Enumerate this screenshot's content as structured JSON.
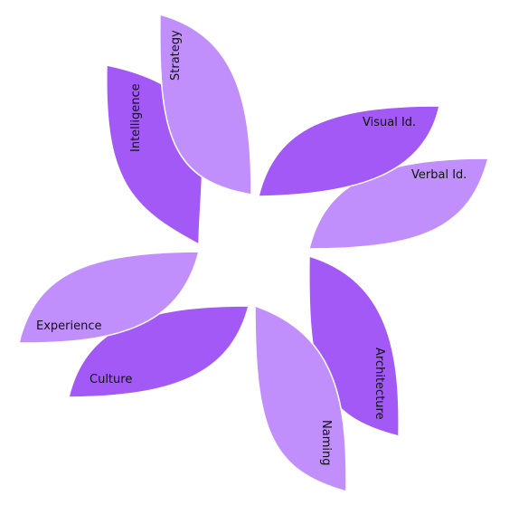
{
  "colors": {
    "dark": "#a259f5",
    "light": "#c08ffc"
  },
  "labels": {
    "strategy": "Strategy",
    "intelligence": "Intelligence",
    "visual_id": "Visual Id.",
    "verbal_id": "Verbal Id.",
    "experience": "Experience",
    "culture": "Culture",
    "architecture": "Architecture",
    "naming": "Naming"
  }
}
